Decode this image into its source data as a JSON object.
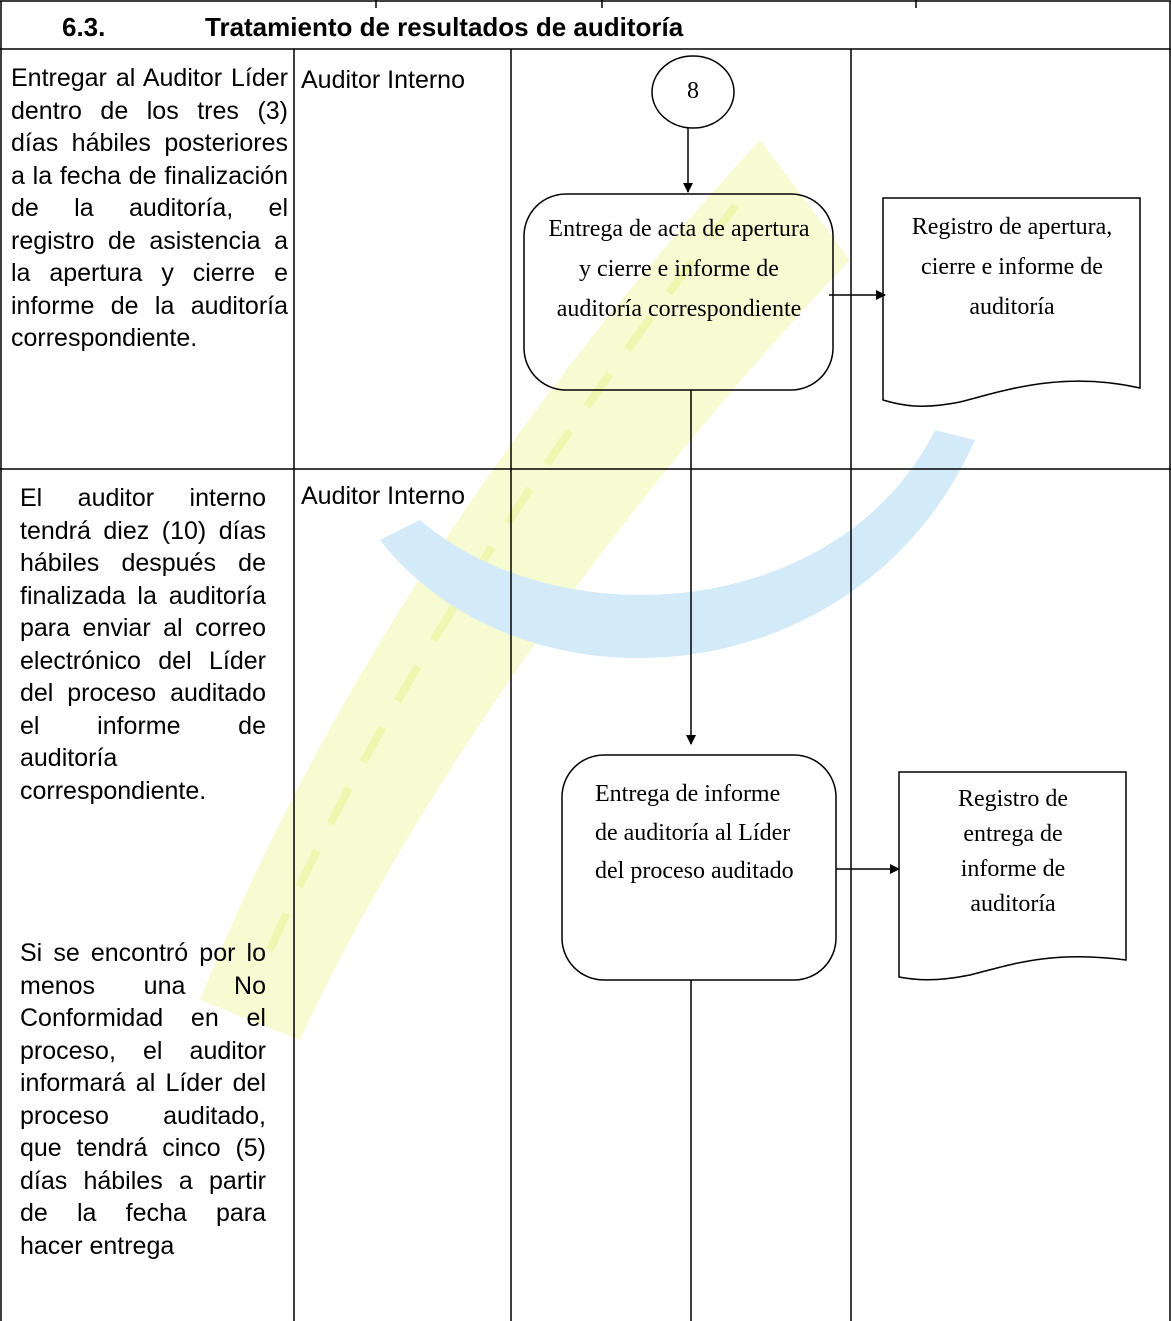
{
  "section": {
    "number": "6.3.",
    "title": "Tratamiento de resultados de auditoría"
  },
  "rows": [
    {
      "description": "Entregar al Auditor Líder dentro de los tres (3) días hábiles posteriores a la fecha de finalización de la auditoría, el registro de asistencia a la apertura y cierre e informe de la auditoría correspondiente.",
      "responsible": "Auditor Interno"
    },
    {
      "description_p1": "El auditor interno tendrá diez (10) días hábiles después de finalizada la auditoría para enviar al correo electrónico del Líder del proceso auditado el informe de auditoría correspondiente.",
      "description_p2": "Si se encontró por lo menos una No Conformidad en el proceso, el auditor informará al Líder del proceso auditado, que tendrá cinco (5) días hábiles a partir de la fecha para hacer entrega",
      "responsible": "Auditor Interno"
    }
  ],
  "flow": {
    "connector_label": "8",
    "process_1": "Entrega de acta de apertura y cierre e informe de auditoría correspondiente",
    "document_1": "Registro de apertura, cierre e informe de auditoría",
    "process_2": "Entrega de informe de auditoría al Líder del proceso auditado",
    "document_2": "Registro de entrega de informe de auditoría"
  },
  "colors": {
    "watermark_blue": "#d3ebf8",
    "watermark_yellow": "#f6fbd2",
    "border": "#000000"
  }
}
